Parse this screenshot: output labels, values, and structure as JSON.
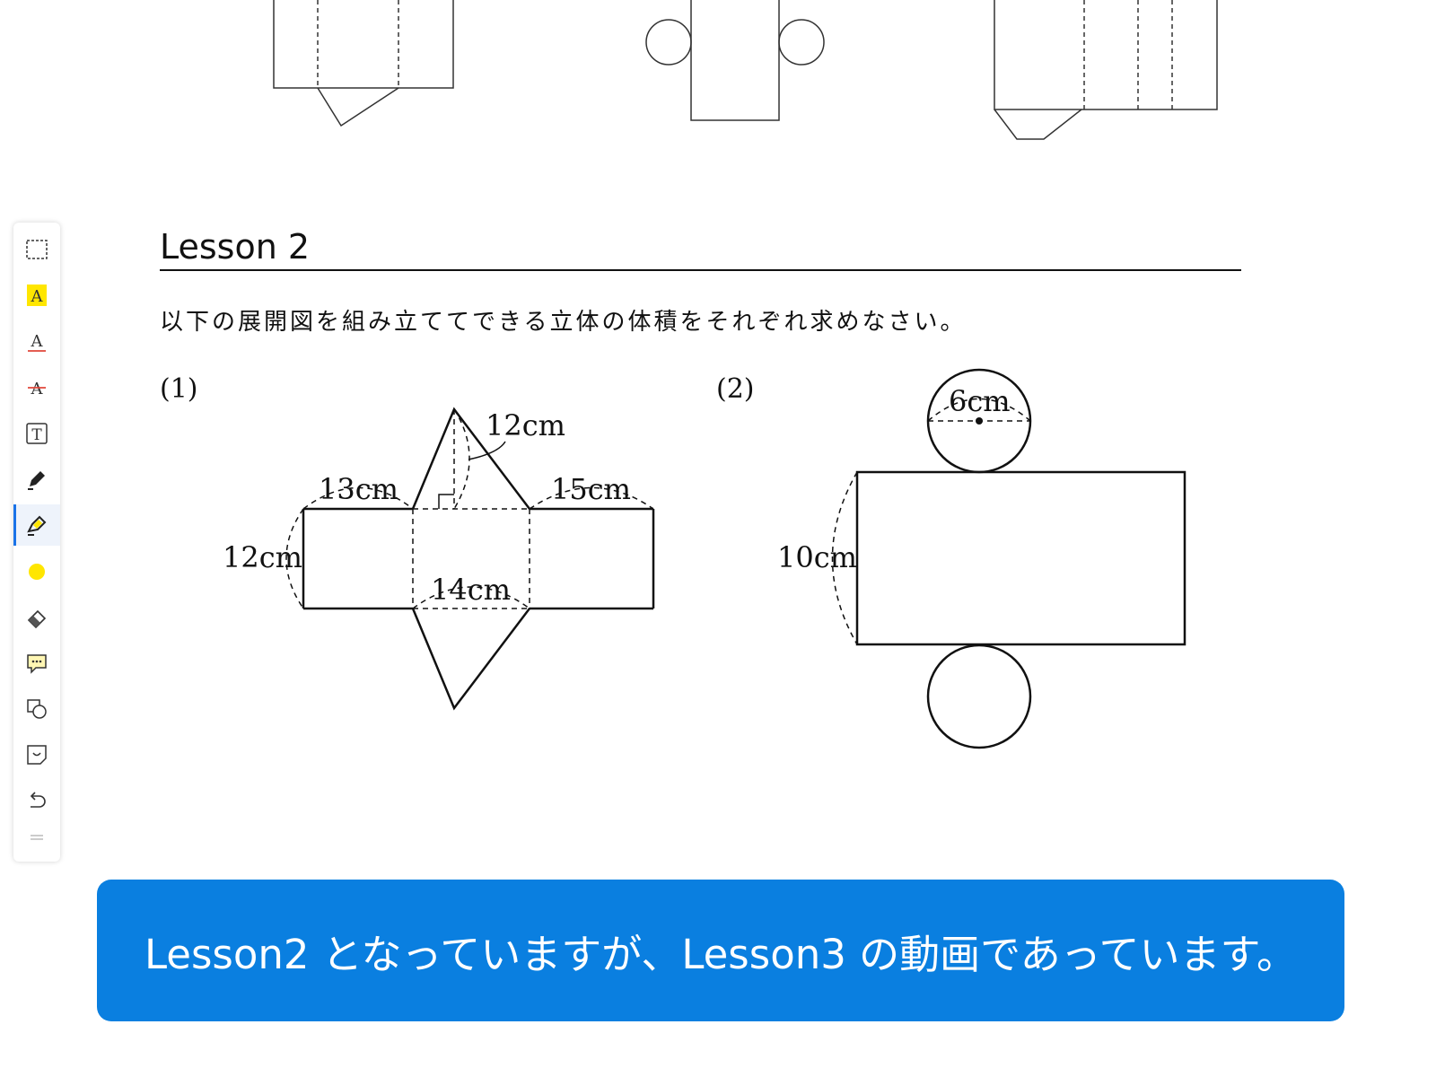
{
  "lesson": {
    "heading": "Lesson 2",
    "instruction": "以下の展開図を組み立ててできる立体の体積をそれぞれ求めなさい。"
  },
  "problem1": {
    "label": "(1)",
    "dims": {
      "apex_height": "12cm",
      "left_side": "13cm",
      "right_side": "15cm",
      "height": "12cm",
      "base": "14cm"
    }
  },
  "problem2": {
    "label": "(2)",
    "dims": {
      "diameter": "6cm",
      "height": "10cm"
    }
  },
  "toolbar": {
    "tools": [
      {
        "name": "selection-tool",
        "icon": "dashed-rectangle-icon"
      },
      {
        "name": "highlight-text-tool",
        "icon": "highlight-a-icon",
        "glyph": "A"
      },
      {
        "name": "underline-tool",
        "icon": "underline-a-icon",
        "glyph": "A"
      },
      {
        "name": "strikethrough-tool",
        "icon": "strikethrough-a-icon",
        "glyph": "A"
      },
      {
        "name": "text-box-tool",
        "icon": "text-box-icon",
        "glyph": "T"
      },
      {
        "name": "pen-tool",
        "icon": "pen-icon"
      },
      {
        "name": "highlighter-tool",
        "icon": "highlighter-icon",
        "active": true
      },
      {
        "name": "color-picker",
        "icon": "yellow-dot-icon"
      },
      {
        "name": "eraser-tool",
        "icon": "eraser-icon"
      },
      {
        "name": "comment-tool",
        "icon": "comment-icon"
      },
      {
        "name": "shapes-tool",
        "icon": "shapes-icon"
      },
      {
        "name": "sticky-note-tool",
        "icon": "sticky-note-icon"
      },
      {
        "name": "undo-button",
        "icon": "undo-icon"
      }
    ],
    "colors": {
      "highlight": "#ffe600",
      "accent": "#1a73e8",
      "underline": "#e0463a"
    }
  },
  "caption": {
    "text": "Lesson2 となっていますが、Lesson3 の動画であっています。",
    "background": "#0a7fe0"
  }
}
